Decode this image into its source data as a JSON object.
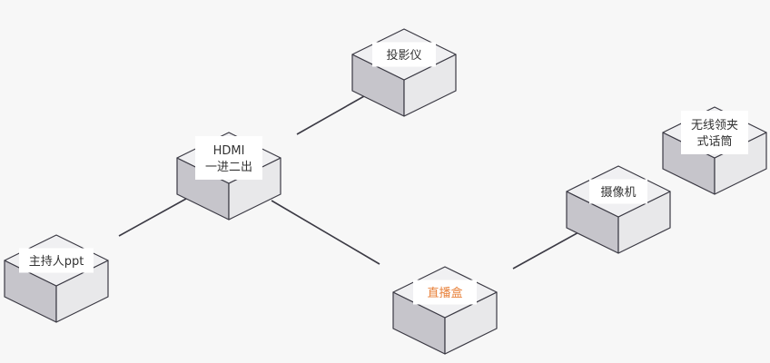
{
  "colors": {
    "background": "#f7f7f7",
    "top_face": "#f0f0f2",
    "left_face": "#c6c5cb",
    "right_face": "#e8e8ea",
    "stroke": "#3b3a44",
    "label_bg": "#ffffff",
    "label_text": "#333333",
    "highlight_text": "#e8813a",
    "connector": "#3b3a44"
  },
  "nodes": [
    {
      "id": "projector",
      "lines": [
        "投影仪"
      ],
      "icon": "device-box-icon"
    },
    {
      "id": "hdmi-splitter",
      "lines": [
        "HDMI",
        "一进二出"
      ],
      "icon": "device-box-icon"
    },
    {
      "id": "host-ppt",
      "lines": [
        "主持人ppt"
      ],
      "icon": "device-box-icon"
    },
    {
      "id": "live-box",
      "lines": [
        "直播盒"
      ],
      "icon": "device-box-icon",
      "highlight": true
    },
    {
      "id": "camera",
      "lines": [
        "摄像机"
      ],
      "icon": "device-box-icon"
    },
    {
      "id": "wireless-mic",
      "lines": [
        "无线领夹",
        "式话筒"
      ],
      "icon": "device-box-icon"
    }
  ],
  "connections": [
    {
      "from": "host-ppt",
      "to": "hdmi-splitter"
    },
    {
      "from": "hdmi-splitter",
      "to": "projector"
    },
    {
      "from": "hdmi-splitter",
      "to": "live-box"
    },
    {
      "from": "live-box",
      "to": "camera"
    }
  ]
}
